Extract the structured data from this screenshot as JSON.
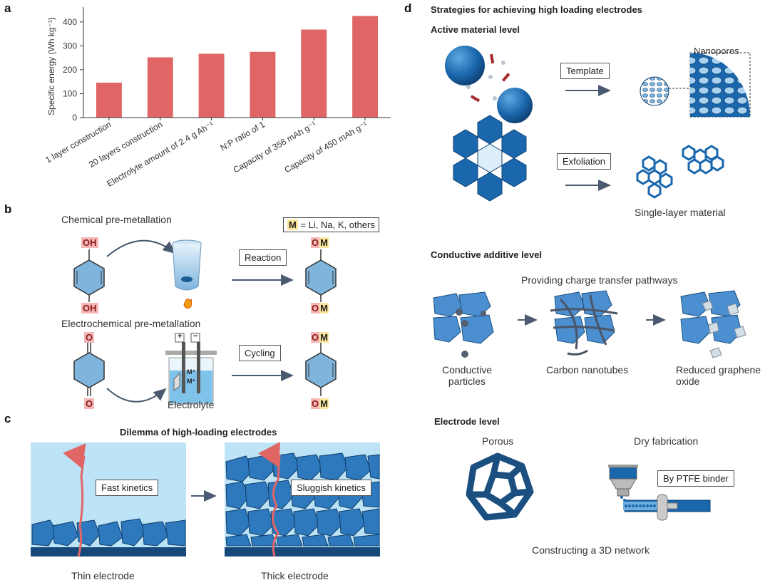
{
  "panels": {
    "a": "a",
    "b": "b",
    "c": "c",
    "d": "d"
  },
  "chart_data": {
    "type": "bar",
    "categories": [
      "1 layer construction",
      "20 layers construction",
      "Electrolyte amount of 2.4 g Ah⁻¹",
      "N:P ratio of 1",
      "Capacity of 356 mAh g⁻¹",
      "Capacity of 450 mAh g⁻¹"
    ],
    "values": [
      146,
      252,
      267,
      275,
      368,
      425
    ],
    "ylabel": "Specific energy (Wh kg⁻¹)",
    "ylim": [
      0,
      450
    ],
    "yticks": [
      0,
      100,
      200,
      300,
      400
    ],
    "bar_color": "#e06666",
    "grid": false
  },
  "panel_b": {
    "chemical_title": "Chemical pre-metallation",
    "electrochemical_title": "Electrochemical pre-metallation",
    "legend_m": "M",
    "legend_rest": " = Li, Na, K, others",
    "reaction_label": "Reaction",
    "cycling_label": "Cycling",
    "electrolyte_label": "Electrolyte",
    "oh": "OH",
    "o": "O",
    "om_o": "O",
    "om_m": "M",
    "plus": "+",
    "minus": "−",
    "m_ion": "M⁺"
  },
  "panel_c": {
    "title": "Dilemma of high-loading electrodes",
    "fast_label": "Fast kinetics",
    "sluggish_label": "Sluggish kinetics",
    "thin_label": "Thin electrode",
    "thick_label": "Thick electrode"
  },
  "panel_d": {
    "title": "Strategies for achieving high loading electrodes",
    "active_title": "Active material level",
    "template_label": "Template",
    "nanopores_label": "Nanopores",
    "exfoliation_label": "Exfoliation",
    "single_layer_label": "Single-layer material",
    "conductive_title": "Conductive additive level",
    "pathways_label": "Providing charge transfer pathways",
    "conductive_particles_l1": "Conductive",
    "conductive_particles_l2": "particles",
    "cnt_label": "Carbon nanotubes",
    "rgo_l1": "Reduced graphene",
    "rgo_l2": "oxide",
    "electrode_title": "Electrode level",
    "porous_label": "Porous",
    "dry_label": "Dry fabrication",
    "ptfe_label": "By PTFE binder",
    "network_label": "Constructing a 3D network"
  },
  "colors": {
    "blue_dark": "#1a5d96",
    "blue_mid": "#3d85c6",
    "blue_light": "#b9e0f5",
    "arrow": "#4a5a70",
    "red_arrow": "#e06666",
    "o_highlight": "#f4b6b6",
    "m_highlight": "#fbe59a"
  }
}
